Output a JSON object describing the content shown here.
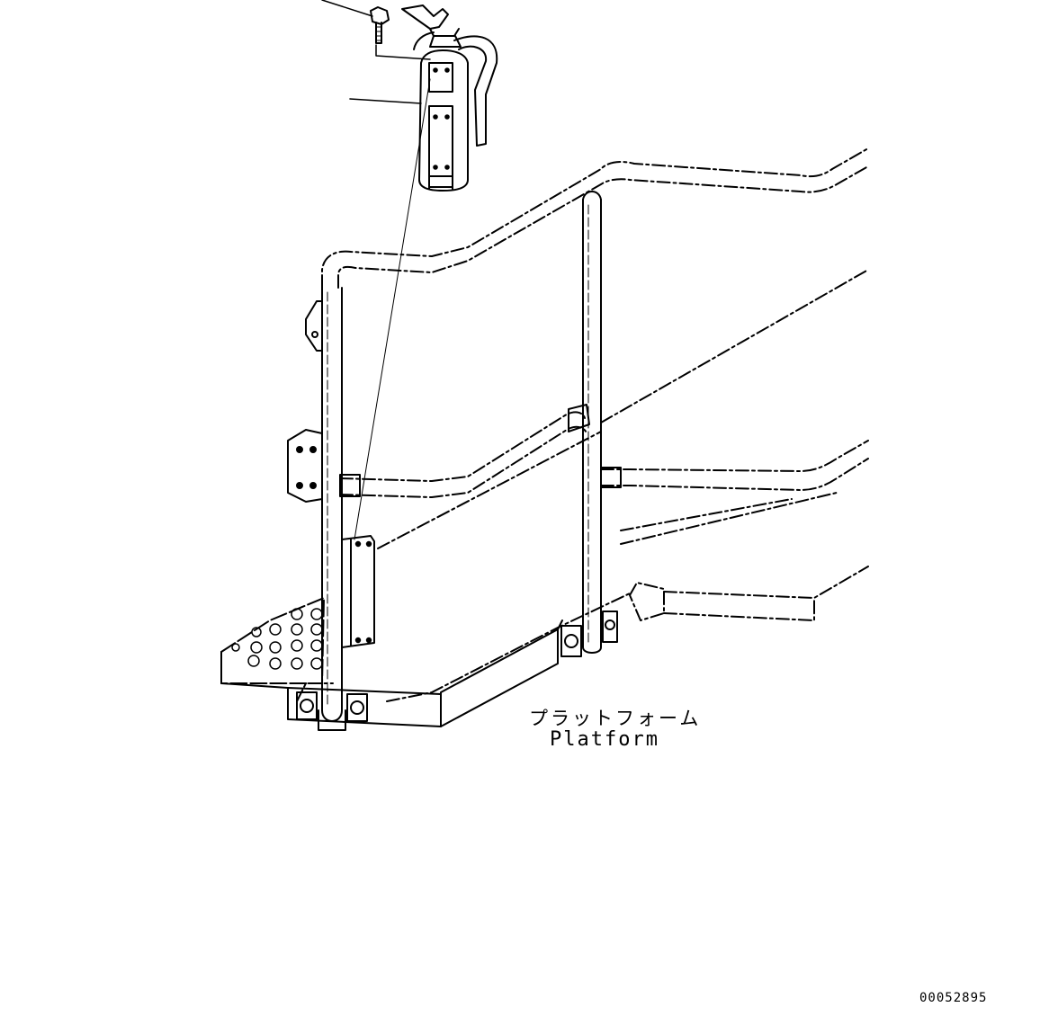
{
  "labels": {
    "platform_jp": "プラットフォーム",
    "platform_en": "Platform"
  },
  "drawing_number": "00052895",
  "colors": {
    "line": "#000000",
    "background": "#ffffff"
  },
  "parts": [
    {
      "name": "bolt"
    },
    {
      "name": "fire-extinguisher"
    },
    {
      "name": "mounting-bracket"
    },
    {
      "name": "handrail"
    },
    {
      "name": "platform-step"
    }
  ]
}
